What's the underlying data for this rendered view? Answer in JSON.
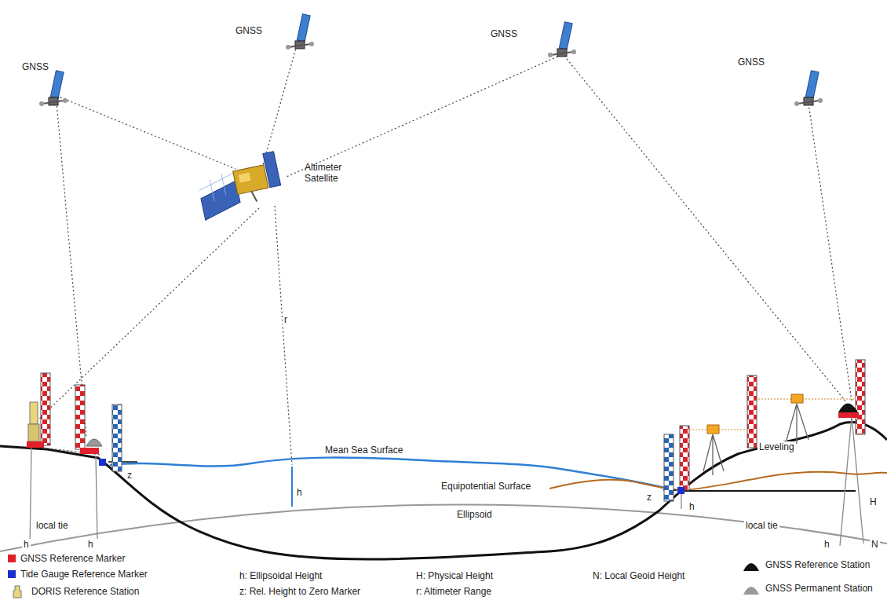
{
  "diagram": {
    "labels": [
      "GNSS",
      "GNSS",
      "GNSS",
      "GNSS",
      "Altimeter Satellite",
      "r",
      "Mean Sea Surface",
      "h",
      "Equipotential Surface",
      "Ellipsoid",
      "local tie",
      "h",
      "h",
      "z",
      "z",
      "h",
      "local tie",
      "Leveling",
      "H",
      "h",
      "N",
      "h: Ellipsoidal Height",
      "z: Rel. Height to Zero Marker",
      "H: Physical Height",
      "r: Altimeter Range",
      "N: Local Geoid Height"
    ],
    "legend": [
      {
        "text": "GNSS Reference Marker",
        "color": "#e0202a"
      },
      {
        "text": "Tide Gauge Reference Marker",
        "color": "#1a2fd0"
      },
      {
        "text": "DORIS Reference Station"
      },
      {
        "text": "GNSS Reference Station"
      },
      {
        "text": "GNSS Permanent Station"
      }
    ]
  }
}
